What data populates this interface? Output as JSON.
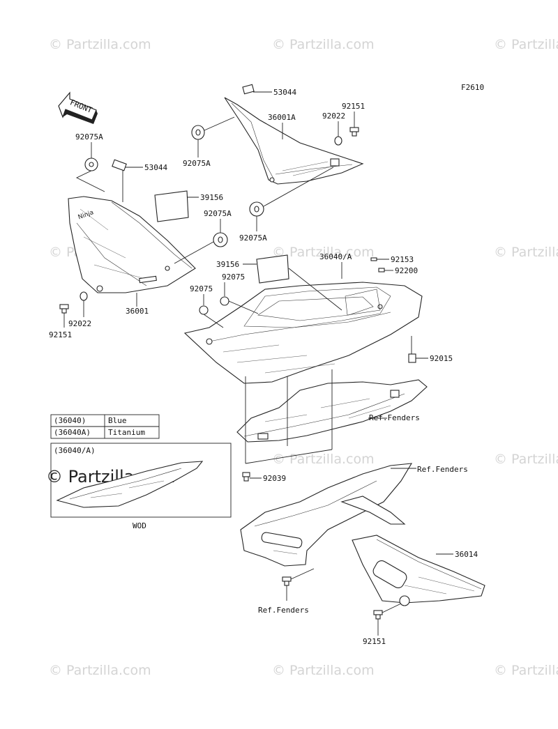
{
  "figure_code": "F2610",
  "watermark_text": "© Partzilla.com",
  "front_arrow_label": "FRONT",
  "callouts": {
    "c53044_top": "53044",
    "c36001A": "36001A",
    "c92151_top": "92151",
    "c92022_top": "92022",
    "c92075A_left": "92075A",
    "c92075A_upper": "92075A",
    "c53044_left": "53044",
    "c39156_left": "39156",
    "c92075A_mid": "92075A",
    "c92075A_lower": "92075A",
    "c39156_center": "39156",
    "c36040A": "36040/A",
    "c92153": "92153",
    "c92200": "92200",
    "c92075_a": "92075",
    "c92075_b": "92075",
    "c36001": "36001",
    "c92022_left": "92022",
    "c92151_left": "92151",
    "c92015": "92015",
    "c_ref_fenders_1": "Ref.Fenders",
    "c_ref_fenders_2": "Ref.Fenders",
    "c92039": "92039",
    "c36014": "36014",
    "c_ref_fenders_3": "Ref.Fenders",
    "c92151_bottom": "92151"
  },
  "color_table": {
    "rows": [
      {
        "part": "(36040)",
        "color": "Blue"
      },
      {
        "part": "(36040A)",
        "color": "Titanium"
      }
    ]
  },
  "inset": {
    "label": "(36040/A)",
    "caption": "WOD"
  },
  "colors": {
    "line": "#222222",
    "watermark": "#d4d4d4",
    "background": "#ffffff"
  }
}
